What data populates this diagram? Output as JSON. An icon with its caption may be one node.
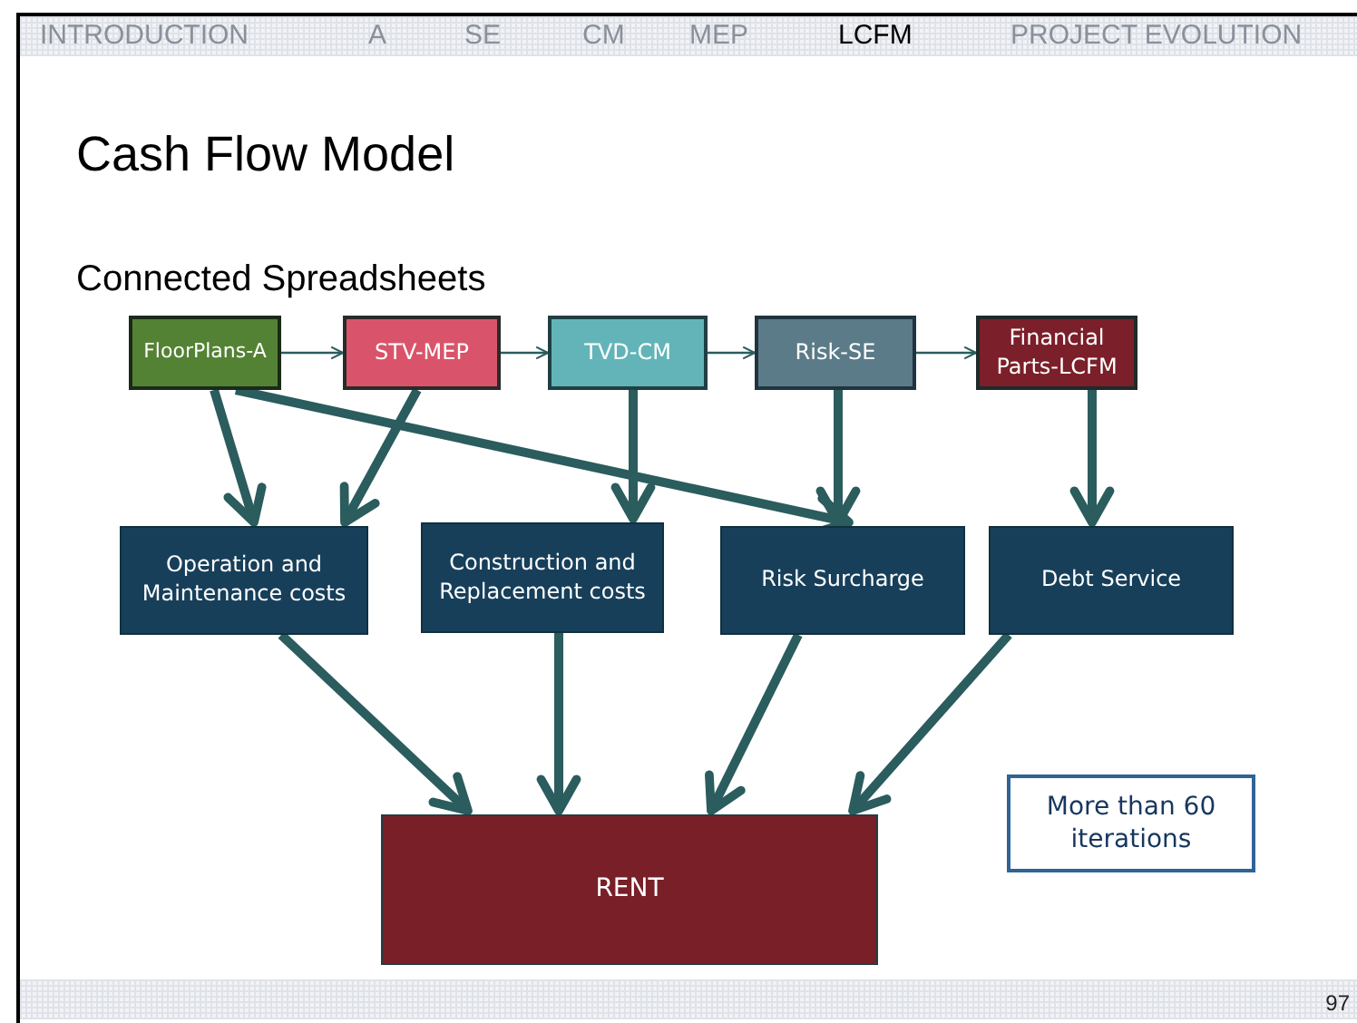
{
  "diagram": {
    "title": "Cash Flow Model",
    "nodes": [
      {
        "text": [
          "FloorPlans-A"
        ]
      },
      {
        "text": [
          "STV-MEP"
        ]
      },
      {
        "text": [
          "TVD-CM"
        ]
      },
      {
        "text": [
          "Risk-SE"
        ]
      },
      {
        "text": [
          "Financial Parts-LCFM"
        ]
      },
      {
        "text": [
          "Operation and Maintenance costs"
        ]
      },
      {
        "text": [
          "Construction and Replacement costs"
        ]
      },
      {
        "text": [
          "Risk Surcharge"
        ]
      },
      {
        "text": [
          "Debt Service"
        ]
      },
      {
        "text": [
          "RENT"
        ]
      },
      {
        "text": [
          "More than 60 iterations"
        ]
      }
    ],
    "edges": [
      {
        "from": 0,
        "to": 1,
        "arrow": "to"
      },
      {
        "from": 1,
        "to": 2,
        "arrow": "to"
      },
      {
        "from": 2,
        "to": 3,
        "arrow": "to"
      },
      {
        "from": 3,
        "to": 4,
        "arrow": "to"
      },
      {
        "from": 0,
        "to": 5,
        "arrow": "to"
      },
      {
        "from": 1,
        "to": 5,
        "arrow": "to"
      },
      {
        "from": 0,
        "to": 7,
        "arrow": "to"
      },
      {
        "from": 2,
        "to": 6,
        "arrow": "to"
      },
      {
        "from": 3,
        "to": 7,
        "arrow": "to"
      },
      {
        "from": 4,
        "to": 8,
        "arrow": "to"
      },
      {
        "from": 5,
        "to": 9,
        "arrow": "to"
      },
      {
        "from": 6,
        "to": 9,
        "arrow": "to"
      },
      {
        "from": 7,
        "to": 9,
        "arrow": "to"
      },
      {
        "from": 8,
        "to": 9,
        "arrow": "to"
      }
    ],
    "labels": [
      "INTRODUCTION",
      "A",
      "SE",
      "CM",
      "MEP",
      "LCFM",
      "PROJECT EVOLUTION",
      "Connected Spreadsheets",
      "97"
    ]
  }
}
